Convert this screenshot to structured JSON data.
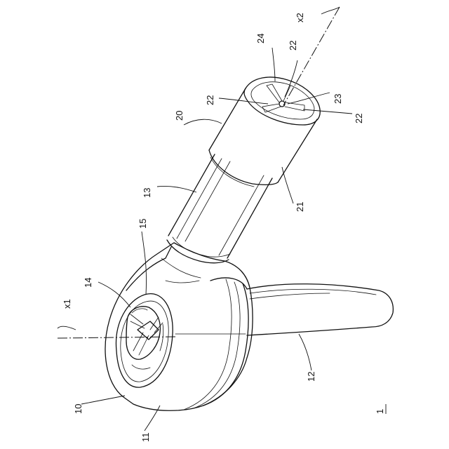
{
  "labels": {
    "x1": "x1",
    "x2": "x2",
    "n1": "1",
    "n10": "10",
    "n11": "11",
    "n12": "12",
    "n13": "13",
    "n14": "14",
    "n15": "15",
    "n20": "20",
    "n21": "21",
    "n22a": "22",
    "n22b": "22",
    "n22c": "22",
    "n23": "23",
    "n24": "24"
  }
}
